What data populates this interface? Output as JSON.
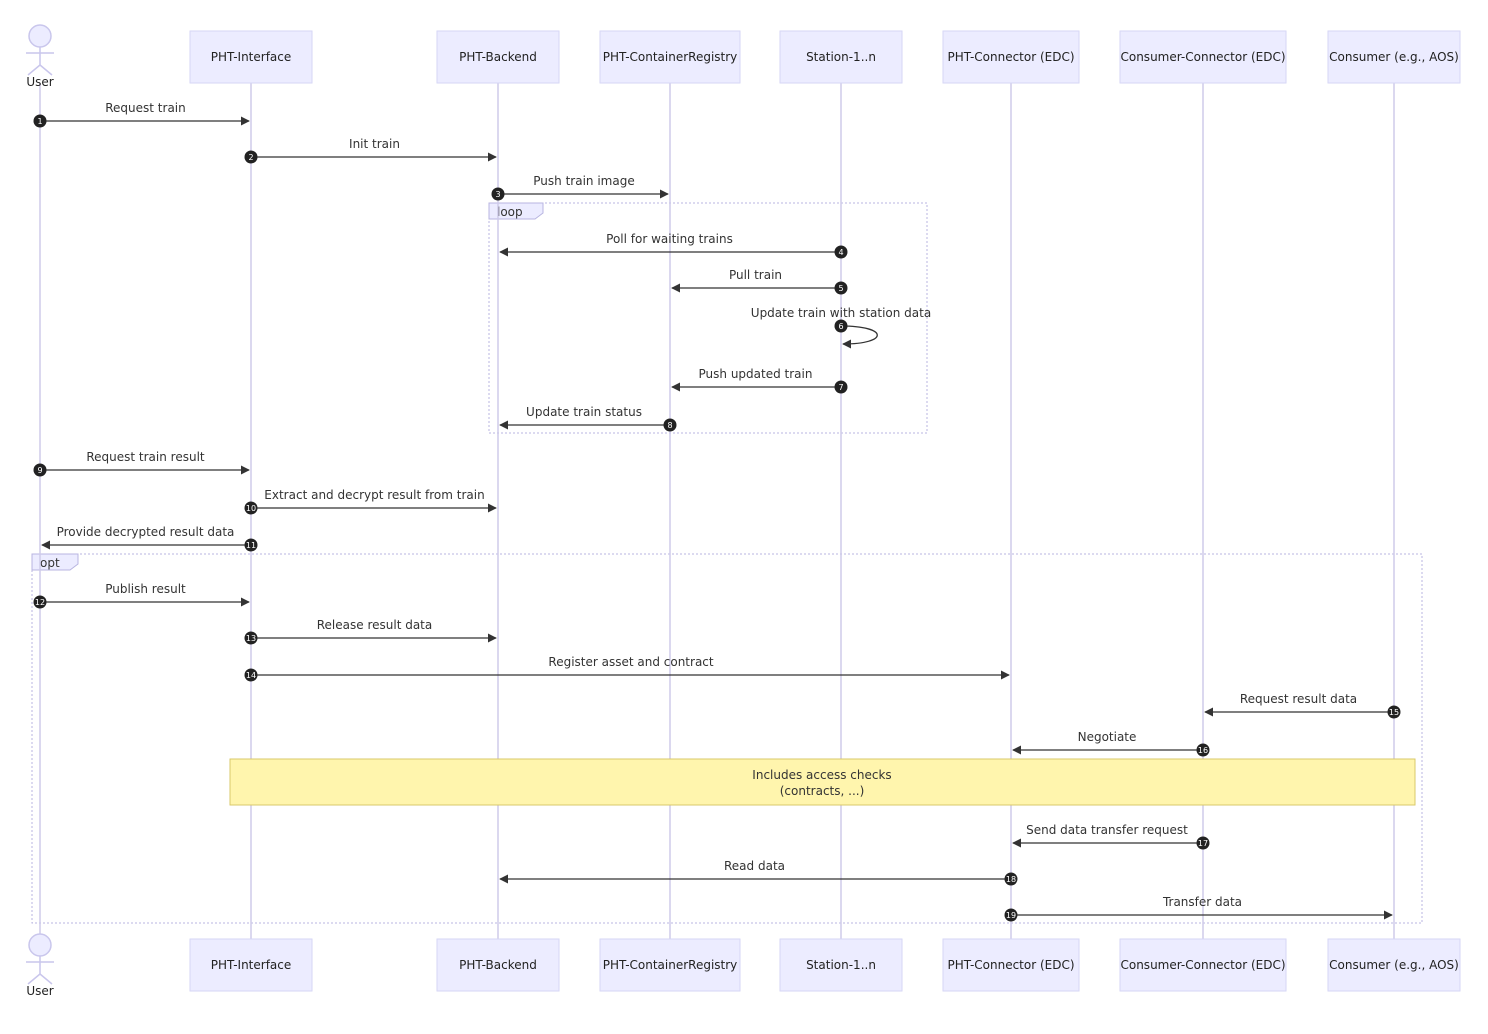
{
  "participants": [
    {
      "id": "user",
      "label": "User",
      "kind": "stick"
    },
    {
      "id": "iface",
      "label": "PHT-Interface",
      "kind": "box"
    },
    {
      "id": "backend",
      "label": "PHT-Backend",
      "kind": "box"
    },
    {
      "id": "registry",
      "label": "PHT-ContainerRegistry",
      "kind": "box"
    },
    {
      "id": "station",
      "label": "Station-1..n",
      "kind": "box"
    },
    {
      "id": "pconn",
      "label": "PHT-Connector (EDC)",
      "kind": "box"
    },
    {
      "id": "cconn",
      "label": "Consumer-Connector (EDC)",
      "kind": "box"
    },
    {
      "id": "consumer",
      "label": "Consumer (e.g., AOS)",
      "kind": "box"
    }
  ],
  "messages": [
    {
      "num": "1",
      "from": "user",
      "to": "iface",
      "label": "Request train"
    },
    {
      "num": "2",
      "from": "iface",
      "to": "backend",
      "label": "Init train"
    },
    {
      "num": "3",
      "from": "backend",
      "to": "registry",
      "label": "Push train image"
    },
    {
      "num": "4",
      "from": "station",
      "to": "backend",
      "label": "Poll for waiting trains"
    },
    {
      "num": "5",
      "from": "station",
      "to": "registry",
      "label": "Pull train"
    },
    {
      "num": "6",
      "from": "station",
      "to": "station",
      "label": "Update train with station data"
    },
    {
      "num": "7",
      "from": "station",
      "to": "registry",
      "label": "Push updated train"
    },
    {
      "num": "8",
      "from": "registry",
      "to": "backend",
      "label": "Update train status"
    },
    {
      "num": "9",
      "from": "user",
      "to": "iface",
      "label": "Request train result"
    },
    {
      "num": "10",
      "from": "iface",
      "to": "backend",
      "label": "Extract and decrypt result from train"
    },
    {
      "num": "11",
      "from": "iface",
      "to": "user",
      "label": "Provide decrypted result data"
    },
    {
      "num": "12",
      "from": "user",
      "to": "iface",
      "label": "Publish result"
    },
    {
      "num": "13",
      "from": "iface",
      "to": "backend",
      "label": "Release result data"
    },
    {
      "num": "14",
      "from": "iface",
      "to": "pconn",
      "label": "Register asset and contract"
    },
    {
      "num": "15",
      "from": "consumer",
      "to": "cconn",
      "label": "Request result data"
    },
    {
      "num": "16",
      "from": "cconn",
      "to": "pconn",
      "label": "Negotiate"
    },
    {
      "num": "17",
      "from": "cconn",
      "to": "pconn",
      "label": "Send data transfer request"
    },
    {
      "num": "18",
      "from": "pconn",
      "to": "backend",
      "label": "Read data"
    },
    {
      "num": "19",
      "from": "pconn",
      "to": "consumer",
      "label": "Transfer data"
    }
  ],
  "frames": [
    {
      "kind": "loop",
      "label": "loop",
      "from_msg": 4,
      "to_msg": 8
    },
    {
      "kind": "opt",
      "label": "opt",
      "from_msg": 12,
      "to_msg": 19
    }
  ],
  "note": {
    "lines": [
      "Includes access checks",
      "(contracts, ...)"
    ],
    "from": "iface",
    "to": "consumer"
  },
  "colors": {
    "actor_fill": "#ECECFF",
    "lifeline": "#CFCBEA",
    "note_fill": "#FFF5AD",
    "arrow": "#333333"
  }
}
